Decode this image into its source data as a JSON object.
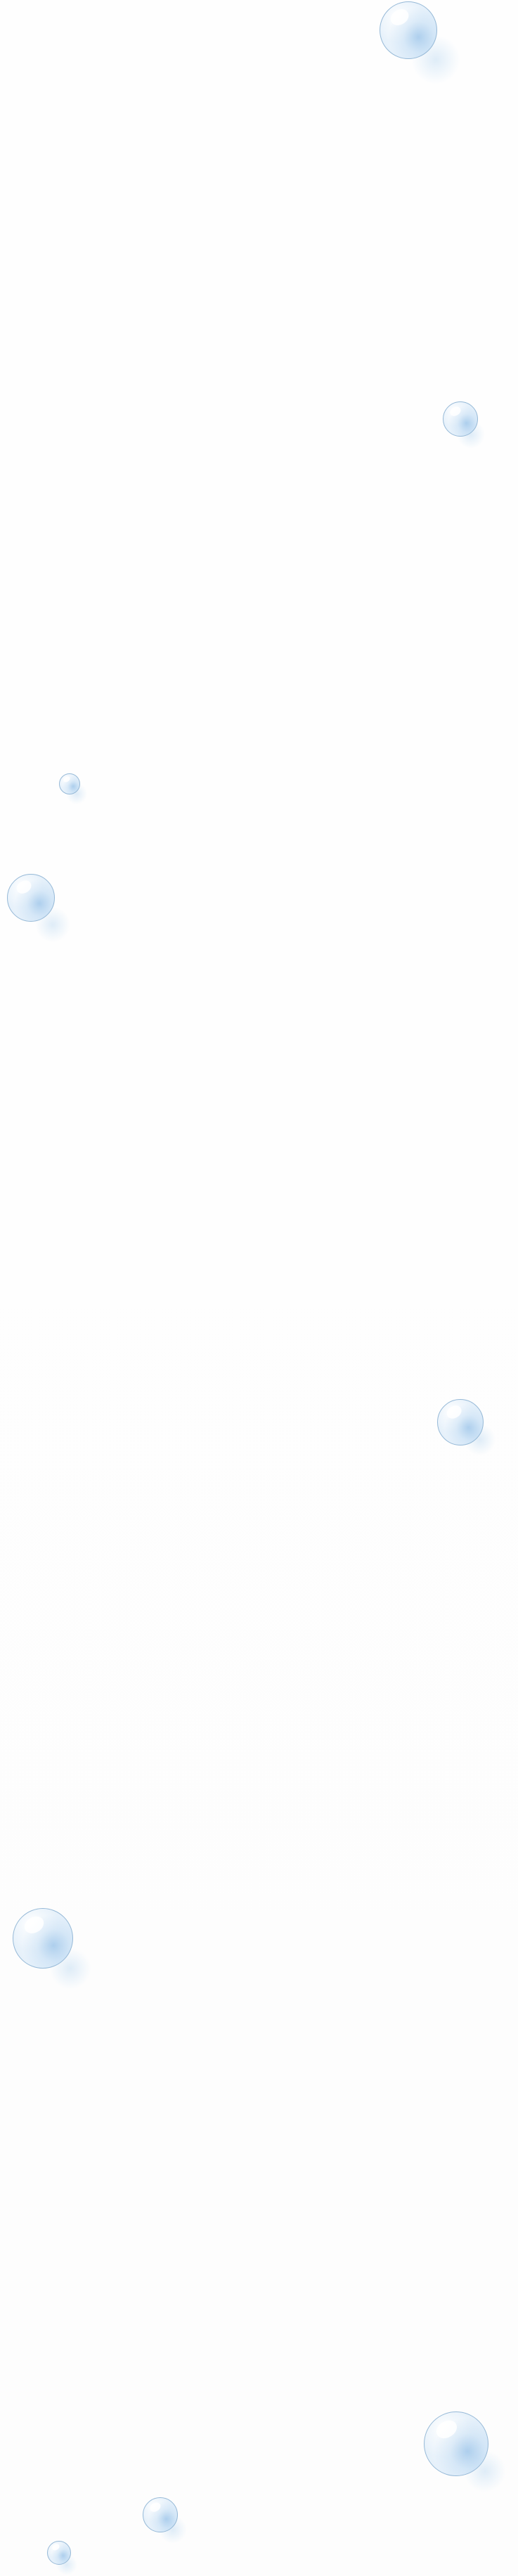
{
  "page": {
    "background_color": "#fdfdfd",
    "bubble_tint_color": "#9ec6ea",
    "bubble_outline_color": "#96b9d7"
  },
  "bubbles": [
    {
      "name": "water-bubble-1",
      "icon": "bubble-icon"
    },
    {
      "name": "water-bubble-2",
      "icon": "bubble-icon"
    },
    {
      "name": "water-bubble-3",
      "icon": "bubble-icon"
    },
    {
      "name": "water-bubble-4",
      "icon": "bubble-icon"
    },
    {
      "name": "water-bubble-5",
      "icon": "bubble-icon"
    },
    {
      "name": "water-bubble-6",
      "icon": "bubble-icon"
    },
    {
      "name": "water-bubble-7",
      "icon": "bubble-icon"
    },
    {
      "name": "water-bubble-8",
      "icon": "bubble-icon"
    },
    {
      "name": "water-bubble-9",
      "icon": "bubble-icon"
    }
  ]
}
